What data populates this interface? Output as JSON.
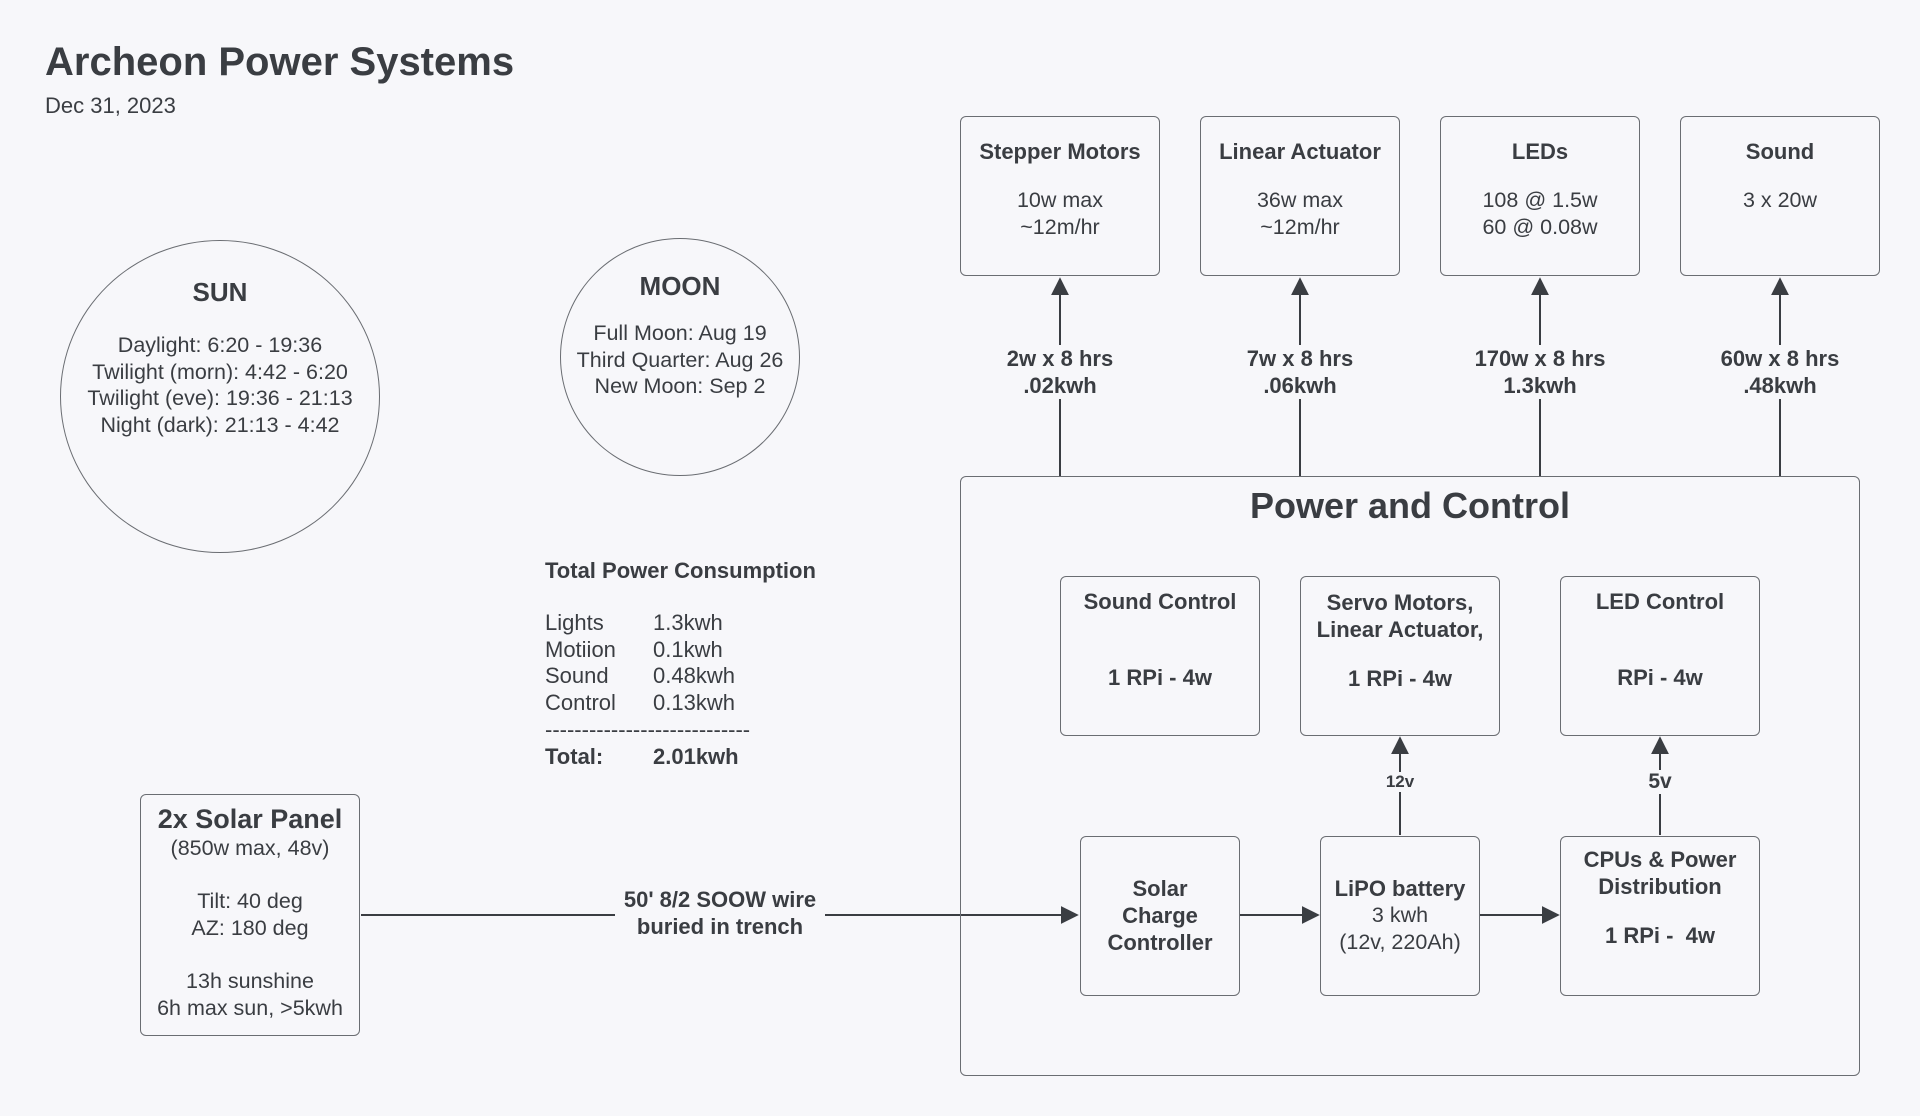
{
  "header": {
    "title": "Archeon Power Systems",
    "date": "Dec 31, 2023"
  },
  "sun": {
    "title": "SUN",
    "lines": [
      "Daylight: 6:20 - 19:36",
      "Twilight (morn): 4:42 - 6:20",
      "Twilight (eve): 19:36 - 21:13",
      "Night (dark): 21:13 - 4:42"
    ]
  },
  "moon": {
    "title": "MOON",
    "lines": [
      "Full Moon: Aug 19",
      "Third Quarter: Aug 26",
      "New Moon: Sep 2"
    ]
  },
  "loads": [
    {
      "title": "Stepper Motors",
      "lines": [
        "10w max",
        "~12m/hr"
      ],
      "edge": [
        "2w x 8 hrs",
        ".02kwh"
      ]
    },
    {
      "title": "Linear Actuator",
      "lines": [
        "36w max",
        "~12m/hr"
      ],
      "edge": [
        "7w x 8 hrs",
        ".06kwh"
      ]
    },
    {
      "title": "LEDs",
      "lines": [
        "108 @ 1.5w",
        "60 @ 0.08w"
      ],
      "edge": [
        "170w x 8 hrs",
        "1.3kwh"
      ]
    },
    {
      "title": "Sound",
      "lines": [
        "3 x 20w"
      ],
      "edge": [
        "60w x 8 hrs",
        ".48kwh"
      ]
    }
  ],
  "consumption": {
    "title": "Total Power Consumption",
    "rows": [
      {
        "label": "Lights",
        "value": "1.3kwh"
      },
      {
        "label": "Motiion",
        "value": "0.1kwh"
      },
      {
        "label": "Sound",
        "value": "0.48kwh"
      },
      {
        "label": "Control",
        "value": "0.13kwh"
      }
    ],
    "divider": "----------------------------",
    "total_label": "Total:",
    "total_value": "2.01kwh"
  },
  "power_control": {
    "title": "Power and Control",
    "sound_control": {
      "title": "Sound Control",
      "spec": "1 RPi - 4w"
    },
    "servo": {
      "title1": "Servo Motors,",
      "title2": "Linear Actuator,",
      "spec": "1 RPi - 4w"
    },
    "led_control": {
      "title": "LED Control",
      "spec": "RPi - 4w"
    },
    "charge_controller": {
      "lines": [
        "Solar",
        "Charge",
        "Controller"
      ]
    },
    "battery": {
      "title": "LiPO battery",
      "lines": [
        "3 kwh",
        "(12v, 220Ah)"
      ]
    },
    "cpus": {
      "title1": "CPUs & Power",
      "title2": "Distribution",
      "spec": "1 RPi -  4w"
    },
    "v12": "12v",
    "v5": "5v"
  },
  "solar": {
    "title": "2x Solar Panel",
    "spec": "(850w max, 48v)",
    "tilt": "Tilt: 40 deg",
    "az": "AZ: 180 deg",
    "sun1": "13h sunshine",
    "sun2": "6h max sun, >5kwh"
  },
  "wire": {
    "line1": "50' 8/2 SOOW wire",
    "line2": "buried in trench"
  }
}
